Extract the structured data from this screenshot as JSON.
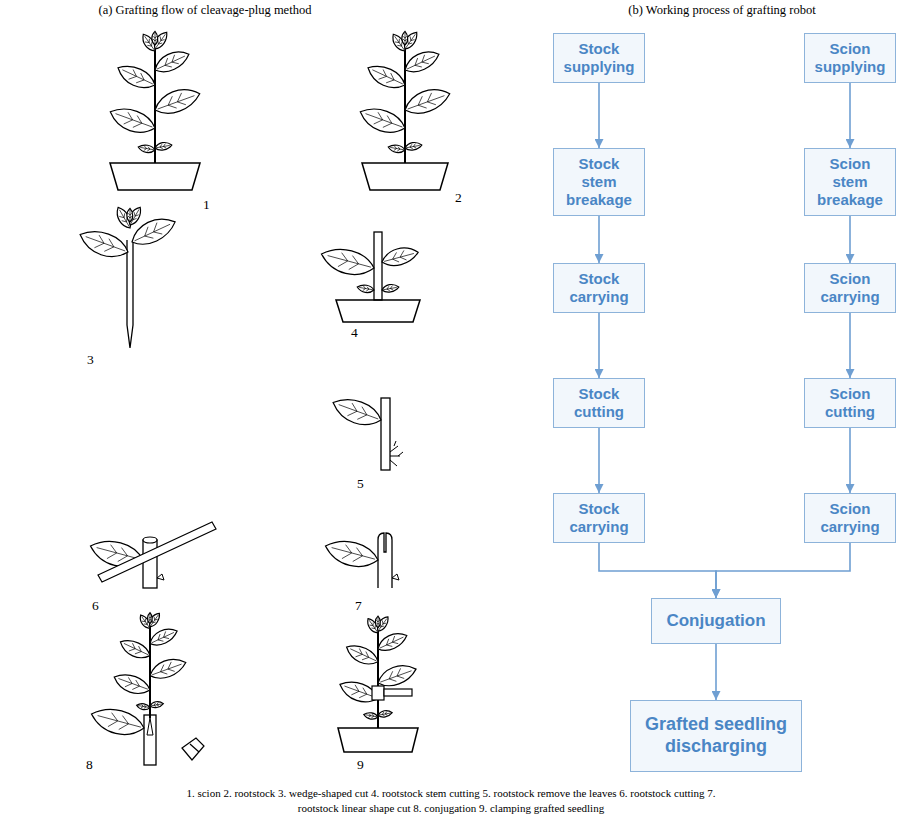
{
  "diagram": {
    "caption": "1. scion 2. rootstock 3. wedge-shaped cut 4. rootstock stem cutting 5. rootstock remove the leaves 6. rootstock cutting 7. rootstock linear shape cut 8. conjugation 9. clamping grafted seedling",
    "nodes": [
      {
        "text": [
          "Stock supplying"
        ]
      },
      {
        "text": [
          "Scion supplying"
        ]
      },
      {
        "text": [
          "Stock stem breakage"
        ]
      },
      {
        "text": [
          "Scion stem breakage"
        ]
      },
      {
        "text": [
          "Stock carrying"
        ]
      },
      {
        "text": [
          "Scion carrying"
        ]
      },
      {
        "text": [
          "Stock cutting"
        ]
      },
      {
        "text": [
          "Scion cutting"
        ]
      },
      {
        "text": [
          "Stock carrying"
        ]
      },
      {
        "text": [
          "Scion carrying"
        ]
      },
      {
        "text": [
          "Conjugation"
        ]
      },
      {
        "text": [
          "Grafted seedling discharging"
        ]
      }
    ],
    "edges": [
      {
        "from": 0,
        "to": 2,
        "arrow": "to"
      },
      {
        "from": 2,
        "to": 4,
        "arrow": "to"
      },
      {
        "from": 4,
        "to": 6,
        "arrow": "to"
      },
      {
        "from": 6,
        "to": 8,
        "arrow": "to"
      },
      {
        "from": 1,
        "to": 3,
        "arrow": "to"
      },
      {
        "from": 3,
        "to": 5,
        "arrow": "to"
      },
      {
        "from": 5,
        "to": 7,
        "arrow": "to"
      },
      {
        "from": 7,
        "to": 9,
        "arrow": "to"
      },
      {
        "from": 8,
        "to": 10,
        "arrow": "to"
      },
      {
        "from": 9,
        "to": 10,
        "arrow": "to"
      },
      {
        "from": 10,
        "to": 11,
        "arrow": "to"
      }
    ],
    "labels": [
      "(a) Grafting flow of cleavage-plug method",
      "(b) Working process of grafting robot",
      "1",
      "2",
      "3",
      "4",
      "5",
      "6",
      "7",
      "8",
      "9"
    ]
  }
}
